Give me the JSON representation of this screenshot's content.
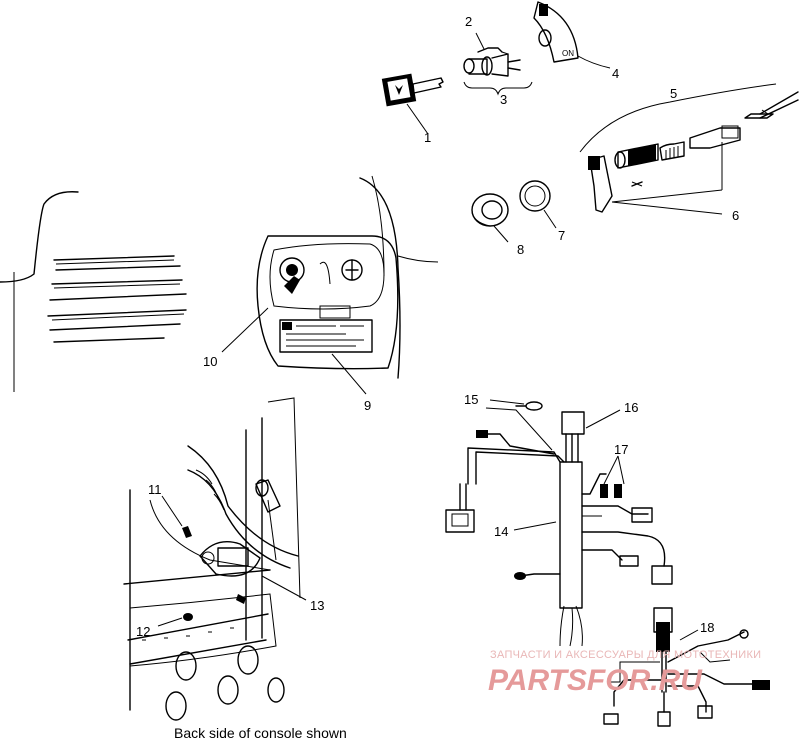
{
  "callouts": {
    "c1": "1",
    "c2": "2",
    "c3": "3",
    "c4": "4",
    "c5": "5",
    "c6": "6",
    "c7": "7",
    "c8": "8",
    "c9": "9",
    "c10": "10",
    "c11": "11",
    "c12": "12",
    "c13": "13",
    "c14": "14",
    "c15": "15",
    "c16": "16",
    "c17": "17",
    "c18": "18"
  },
  "switch_label": "ON",
  "caption": "Back side of console shown",
  "watermark": {
    "line": "ЗАПЧАСТИ И АКСЕССУАРЫ ДЛЯ МОТОТЕХНИКИ",
    "logo": "PARTSFOR.RU"
  },
  "colors": {
    "ink": "#000000",
    "watermark": "#e59a9a"
  }
}
